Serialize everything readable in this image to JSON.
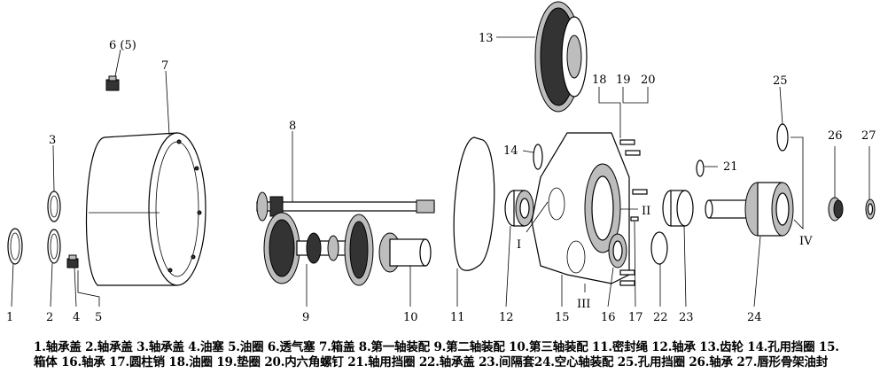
{
  "callouts": [
    "1",
    "2",
    "3",
    "4",
    "5",
    "6 (5)",
    "7",
    "8",
    "9",
    "10",
    "11",
    "12",
    "13",
    "14",
    "15",
    "16",
    "17",
    "18",
    "19",
    "20",
    "21",
    "22",
    "23",
    "24",
    "25",
    "26",
    "27"
  ],
  "roman": [
    "I",
    "II",
    "III",
    "IV"
  ],
  "legend_text": "1.轴承盖 2.轴承盖 3.轴承盖 4.油塞 5.油圈 6.透气塞 7.箱盖 8.第一轴装配 9.第二轴装配 10.第三轴装配 11.密封绳 12.轴承 13.齿轮 14.孔用挡圈 15.箱体 16.轴承 17.圆柱销 18.油圈 19.垫圈 20.内六角螺钉 21.轴用挡圈 22.轴承盖 23.间隔套24.空心轴装配 25.孔用挡圈 26.轴承 27.唇形骨架油封"
}
